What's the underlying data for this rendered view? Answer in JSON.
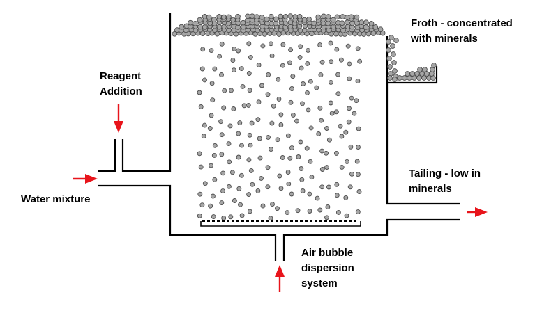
{
  "labels": {
    "reagent_line1": "Reagent",
    "reagent_line2": "Addition",
    "water_mixture": "Water mixture",
    "froth_line1": "Froth - concentrated",
    "froth_line2": "with minerals",
    "tailing_line1": "Tailing - low in",
    "tailing_line2": "minerals",
    "air_line1": "Air bubble",
    "air_line2": "dispersion",
    "air_line3": "system"
  },
  "colors": {
    "arrow": "#e8141b",
    "outline": "#000000",
    "bubble_fill": "#a6a6a6",
    "bubble_stroke": "#4d4d4d"
  },
  "icons": {
    "flow_arrow": "red-arrow-icon",
    "bubble": "bubble-icon"
  }
}
